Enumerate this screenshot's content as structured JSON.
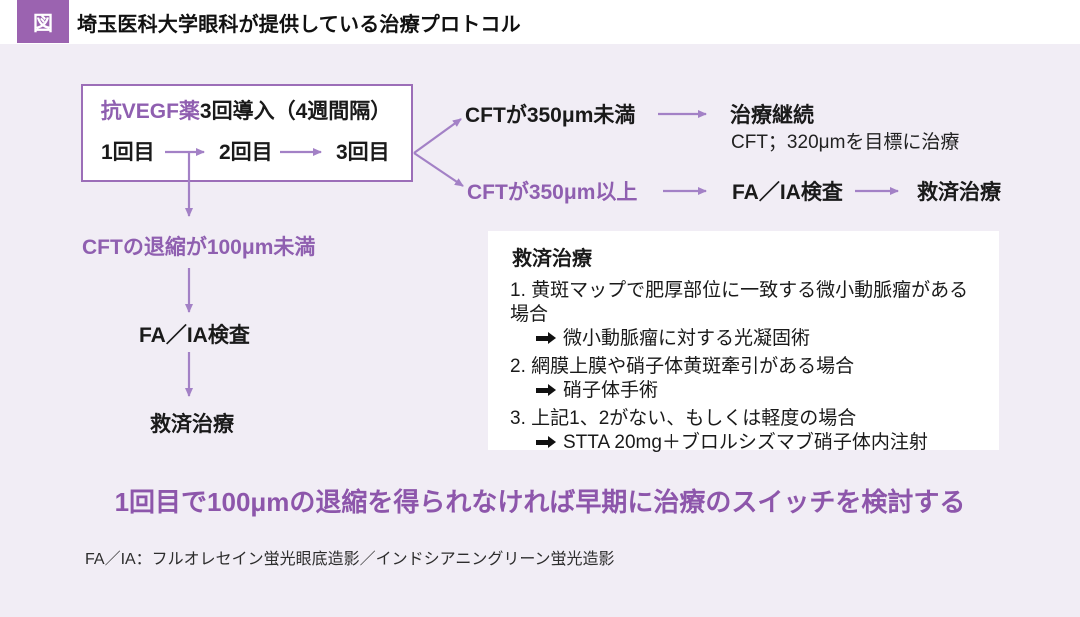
{
  "header": {
    "badge": "図",
    "title": "埼玉医科大学眼科が提供している治療プロトコル"
  },
  "intro_box": {
    "title_highlight": "抗VEGF薬",
    "title_rest": "3回導入（4週間隔）",
    "steps": [
      "1回目",
      "2回目",
      "3回目"
    ]
  },
  "left_branch": {
    "condition": "CFTの退縮が100μm未満",
    "step1": "FA／IA検査",
    "step2": "救済治療"
  },
  "right_branch_top": {
    "condition": "CFTが350μm未満",
    "result": "治療継続",
    "result_note": "CFT；320μmを目標に治療"
  },
  "right_branch_bottom": {
    "condition": "CFTが350μm以上",
    "step1": "FA／IA検査",
    "step2": "救済治療"
  },
  "relief_box": {
    "heading": "救済治療",
    "items": [
      {
        "case": "1. 黄斑マップで肥厚部位に一致する微小動脈瘤がある場合",
        "action": "微小動脈瘤に対する光凝固術"
      },
      {
        "case": "2. 網膜上膜や硝子体黄斑牽引がある場合",
        "action": "硝子体手術"
      },
      {
        "case": "3. 上記1、2がない、もしくは軽度の場合",
        "action": "STTA 20mg＋ブロルシズマブ硝子体内注射"
      }
    ]
  },
  "message": "1回目で100μmの退縮を得られなければ早期に治療のスイッチを検討する",
  "footnote": "FA／IA：フルオレセイン蛍光眼底造影／インドシアニングリーン蛍光造影",
  "colors": {
    "accent_purple_text": "#8f5fb0",
    "arrow_purple": "#a381c6",
    "badge_purple": "#9b63b0",
    "box_border_purple": "#9c6eb8",
    "background_lavender": "#f1edf5",
    "surface_white": "#ffffff",
    "black_text": "#1a1a1a"
  }
}
